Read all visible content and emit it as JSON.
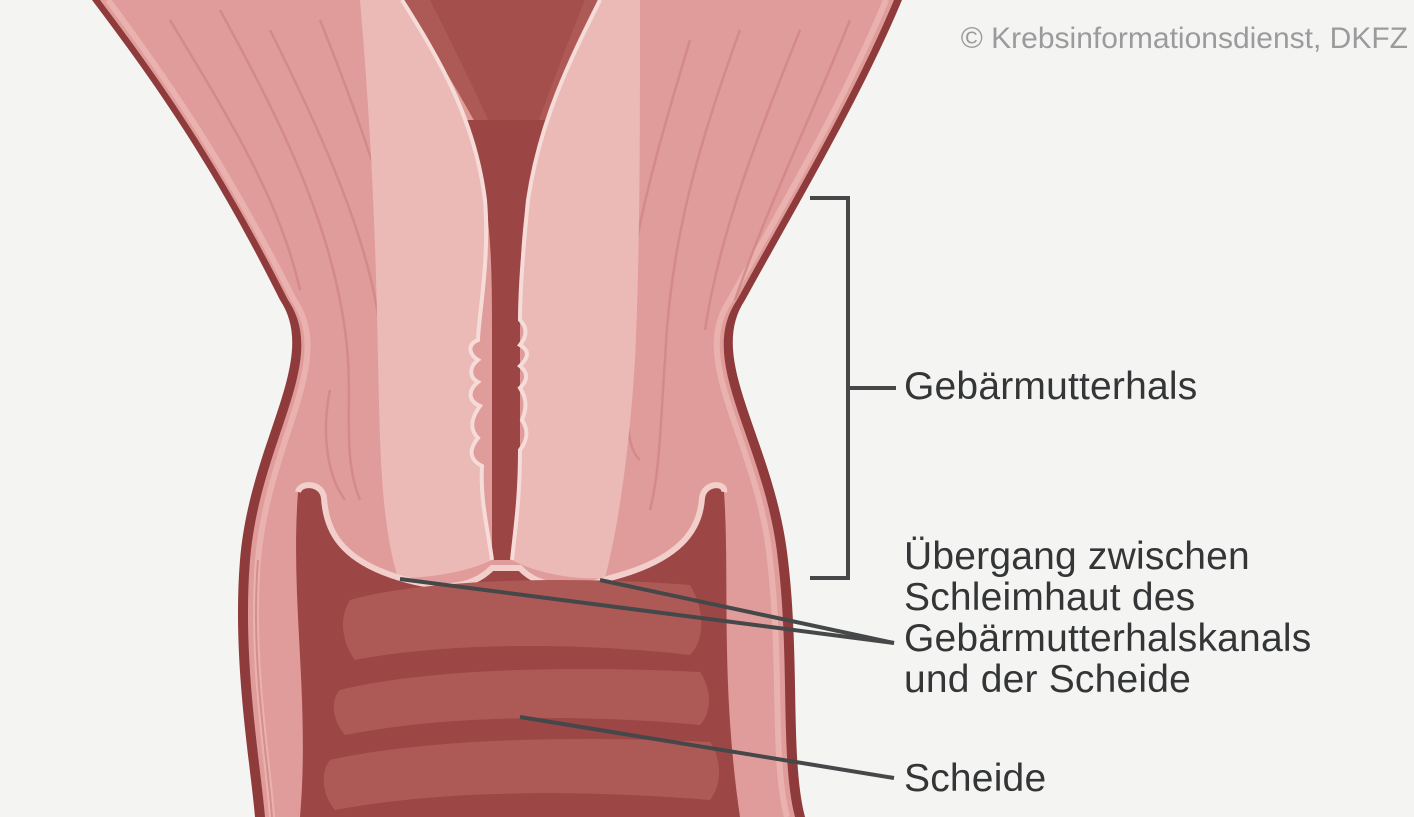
{
  "copyright": "© Krebsinformationsdienst, DKFZ",
  "labels": {
    "cervix": "Gebärmutterhals",
    "transition": [
      "Übergang zwischen",
      "Schleimhaut des",
      "Gebärmutterhalskanals",
      "und der Scheide"
    ],
    "vagina": "Scheide"
  },
  "colors": {
    "background": "#f4f4f2",
    "outer_wall": "#8f3b3b",
    "muscle": "#e09c9a",
    "mucosa_light": "#ebbab7",
    "canal_dark": "#9b4544",
    "vagina_dark": "#9d4646",
    "vagina_fold": "#ad5a56",
    "leader_line": "#454749",
    "text": "#333537"
  }
}
